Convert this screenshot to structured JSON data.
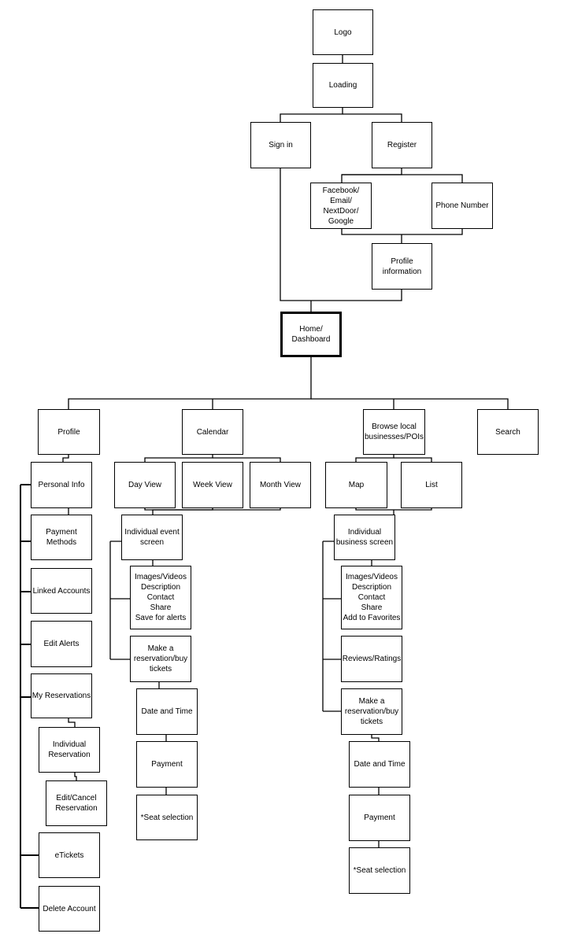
{
  "nodes": {
    "logo": "Logo",
    "loading": "Loading",
    "signin": "Sign in",
    "register": "Register",
    "social": "Facebook/\nEmail/\nNextDoor/\nGoogle",
    "phone": "Phone Number",
    "profileinfo": "Profile\ninformation",
    "home": "Home/\nDashboard",
    "profile": "Profile",
    "calendar": "Calendar",
    "browse": "Browse local\nbusinesses/POIs",
    "search": "Search",
    "personal": "Personal Info",
    "payment_methods": "Payment\nMethods",
    "linked": "Linked Accounts",
    "alerts": "Edit Alerts",
    "myres": "My Reservations",
    "indres": "Individual\nReservation",
    "editres": "Edit/Cancel\nReservation",
    "etickets": "eTickets",
    "delete": "Delete Account",
    "day": "Day View",
    "week": "Week View",
    "month": "Month View",
    "event": "Individual event\nscreen",
    "eventinfo": "Images/Videos\nDescription\nContact\nShare\nSave for alerts",
    "eventres": "Make a\nreservation/buy\ntickets",
    "eventdate": "Date and Time",
    "eventpay": "Payment",
    "eventseat": "*Seat selection",
    "map": "Map",
    "list": "List",
    "business": "Individual\nbusiness screen",
    "businfo": "Images/Videos\nDescription\nContact\nShare\nAdd to Favorites",
    "reviews": "Reviews/Ratings",
    "busres": "Make a\nreservation/buy\ntickets",
    "busdate": "Date and Time",
    "buspay": "Payment",
    "busseat": "*Seat selection"
  }
}
